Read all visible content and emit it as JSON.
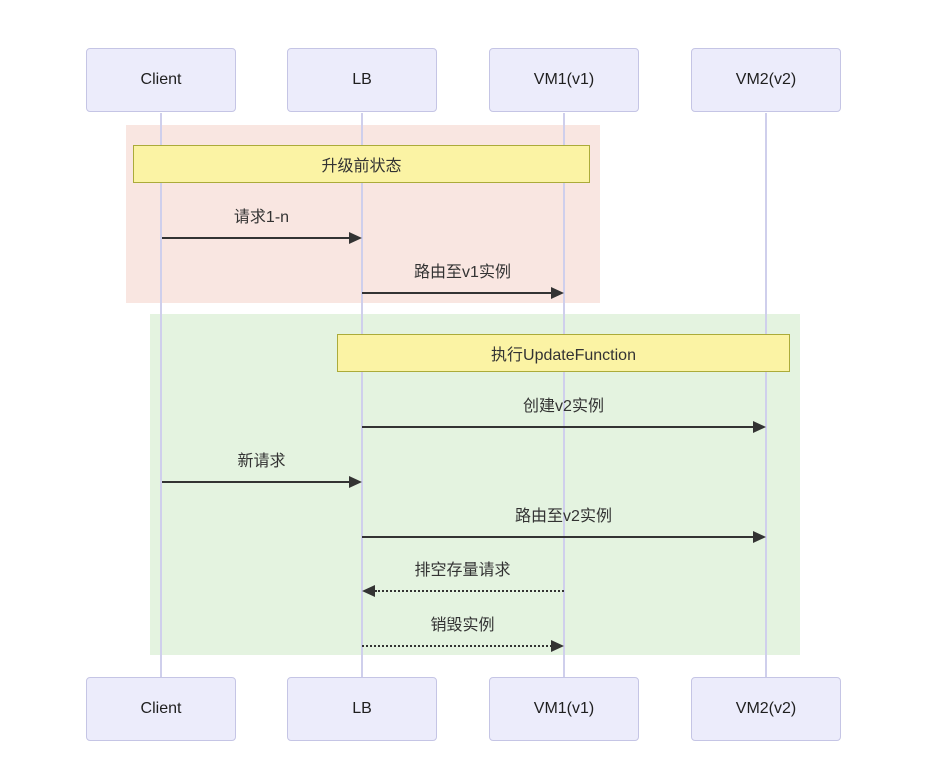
{
  "diagram": {
    "type": "sequence-diagram",
    "actors": [
      {
        "label": "Client"
      },
      {
        "label": "LB"
      },
      {
        "label": "VM1(v1)"
      },
      {
        "label": "VM2(v2)"
      }
    ],
    "sections": [
      {
        "label": "升级前状态",
        "bg": "#f9e6e1"
      },
      {
        "label": "执行UpdateFunction",
        "bg": "#e4f3e0"
      }
    ],
    "messages": [
      {
        "label": "请求1-n",
        "from": "Client",
        "to": "LB",
        "line": "solid",
        "direction": "right"
      },
      {
        "label": "路由至v1实例",
        "from": "LB",
        "to": "VM1(v1)",
        "line": "solid",
        "direction": "right"
      },
      {
        "label": "创建v2实例",
        "from": "LB",
        "to": "VM2(v2)",
        "line": "solid",
        "direction": "right"
      },
      {
        "label": "新请求",
        "from": "Client",
        "to": "LB",
        "line": "solid",
        "direction": "right"
      },
      {
        "label": "路由至v2实例",
        "from": "LB",
        "to": "VM2(v2)",
        "line": "solid",
        "direction": "right"
      },
      {
        "label": "排空存量请求",
        "from": "VM1(v1)",
        "to": "LB",
        "line": "dotted",
        "direction": "left"
      },
      {
        "label": "销毁实例",
        "from": "LB",
        "to": "VM1(v1)",
        "line": "dotted",
        "direction": "right"
      }
    ],
    "colors": {
      "actor_fill": "#ececfb",
      "actor_border": "#c5c5e5",
      "lifeline": "#cfcfec",
      "section_pre_upgrade_bg": "#f9e6e1",
      "section_update_bg": "#e4f3e0",
      "label_box_fill": "#fbf3a4",
      "label_box_border": "#abab3a",
      "arrow": "#333333",
      "text": "#333333"
    }
  }
}
